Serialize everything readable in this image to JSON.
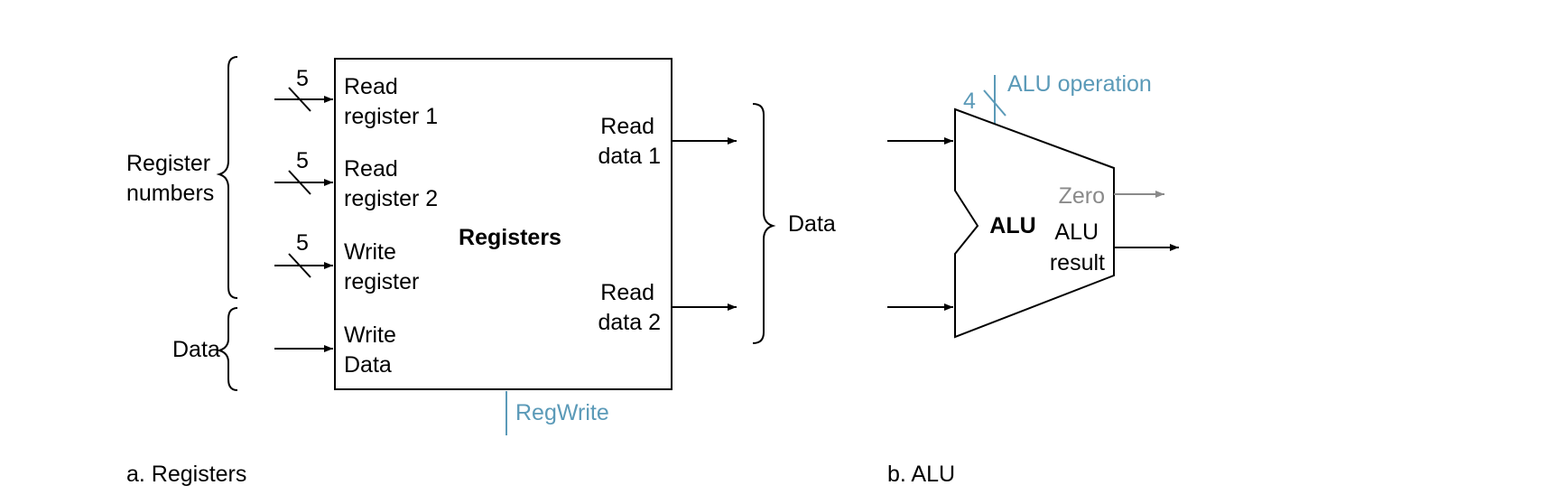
{
  "registers": {
    "block_label": "Registers",
    "group_register_numbers": [
      "Register",
      "numbers"
    ],
    "group_data_left": "Data",
    "group_data_right": "Data",
    "bus_width_read1": "5",
    "bus_width_read2": "5",
    "bus_width_write": "5",
    "read_register_1": [
      "Read",
      "register 1"
    ],
    "read_register_2": [
      "Read",
      "register 2"
    ],
    "write_register": [
      "Write",
      "register"
    ],
    "write_data": [
      "Write",
      "Data"
    ],
    "read_data_1": [
      "Read",
      "data 1"
    ],
    "read_data_2": [
      "Read",
      "data 2"
    ],
    "control_signal": "RegWrite",
    "caption": "a. Registers"
  },
  "alu": {
    "block_label": "ALU",
    "control_signal": "ALU operation",
    "control_width": "4",
    "zero_output": "Zero",
    "result_output": [
      "ALU",
      "result"
    ],
    "caption": "b. ALU"
  },
  "colors": {
    "control": "#5b9ab8",
    "zero": "#8a8a8a",
    "wire": "#000000"
  }
}
